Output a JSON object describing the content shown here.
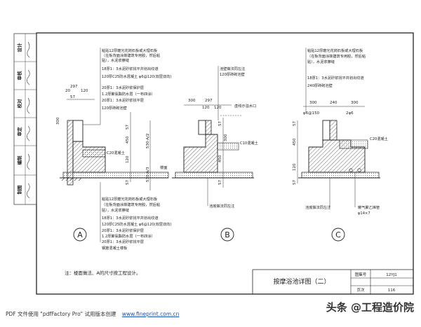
{
  "sidebar": [
    "设计",
    "审核",
    "校对",
    "审定",
    "编制",
    "制图"
  ],
  "labels": {
    "A": {
      "layers": [
        "粘贴12厚磨光花岗石板或大理石板",
        "（在板背面涂抹建筑专用胶，然后粘",
        "贴），水泥浆擦缝",
        "18厚1：3水泥砂浆找平并划出纹道",
        "120厚C25防水混凝土 φ6@120(双层双向)",
        "20厚1：3水泥砂浆保护层",
        "1.2厚聚氨酯防水层（一布四涂）",
        "20厚1：3水泥砂浆找平层",
        "120厚砖砌池壁"
      ],
      "bottom": [
        "粘贴12厚磨光花岗石板或大理石板",
        "（在板背面涂抹建筑专用胶，然后粘",
        "贴），水泥浆擦缝",
        "18厚1：3水泥砂浆找平并划出纹道",
        "120厚C25防水混凝土 φ6@120(双层双向)",
        "20厚1：3水泥砂浆保护层",
        "1.2厚聚氨酯防水层（一布四涂）",
        "20厚1：3水泥砂浆找平层",
        "钢筋混凝土楼板"
      ],
      "c20": "C20混凝土",
      "floor": "楼面"
    },
    "B": {
      "top": [
        "池壁做法同左注",
        "120厚砖砌池壁"
      ],
      "overflow": "虚线示溢水口",
      "c10": "C10混凝土",
      "bottom": "池底做法同左注"
    },
    "C": {
      "top": [
        "粘贴12厚磨光花岗石板或大理石板",
        "（在板背面涂抹建筑专用胶，然后粘",
        "贴），水泥浆擦缝",
        "18厚1：3水泥砂浆找平并划出纹道",
        "240厚砖砌池壁"
      ],
      "rebar": "φ6@150",
      "rebar2": "2φ6",
      "c20": "C20混凝土",
      "bottom": "池底做法同左注",
      "pipe": [
        "暖气聚乙烯管",
        "φ14×7"
      ]
    }
  },
  "dims": {
    "a_top1": "297",
    "a_top2": "57",
    "a_top3": "120",
    "a_top4": "20",
    "a_v1": "300",
    "a_v2": "57",
    "a_v3": "450",
    "a_v4": "57",
    "a_v5": "120",
    "a_v6": "530-A/2",
    "a_v7": "530-A/3",
    "b_top1": "300",
    "b_top2": "297",
    "b_top3": "120",
    "b_top4": "120",
    "b_v1": "57",
    "b_v2": "300",
    "b_v3": "450",
    "b_v4": "57",
    "c_top1": "300",
    "c_top2": "240",
    "c_top3": "300",
    "c_v1": "450",
    "c_v2": "57",
    "c_v3": "57",
    "c_v4": "120"
  },
  "circles": [
    "A",
    "B",
    "C"
  ],
  "note": "注：楼面做法、A的尺寸按工程设计。",
  "title": "按摩浴池详图（二）",
  "title_block": {
    "fig_label": "图集号",
    "fig_value": "12YJ1",
    "page_label": "页次",
    "page_value": "116"
  },
  "footer": {
    "text": "PDF 文件使用 \"pdfFactory Pro\" 试用版本创建",
    "url": "www.fineprint.com.cn"
  },
  "watermark": "头条 @工程造价院"
}
